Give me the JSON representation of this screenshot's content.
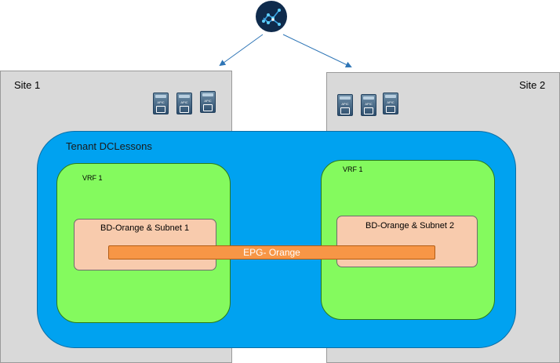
{
  "logo": {
    "icon": "network-orchestrator-logo-icon"
  },
  "sites": [
    {
      "label": "Site 1"
    },
    {
      "label": "Site 2"
    }
  ],
  "apic_cluster_label": "APIC",
  "tenant": {
    "label": "Tenant DCLessons"
  },
  "vrfs": [
    {
      "label": "VRF 1"
    },
    {
      "label": "VRF 1"
    }
  ],
  "bridge_domains": [
    {
      "label": "BD-Orange & Subnet 1"
    },
    {
      "label": "BD-Orange & Subnet 2"
    }
  ],
  "epg": {
    "label": "EPG- Orange"
  },
  "colors": {
    "site_bg": "#d9d9d9",
    "tenant": "#00a2f0",
    "vrf": "#84fa5e",
    "bridge_domain": "#f8cbad",
    "epg": "#f79646",
    "connector": "#2e75b6"
  }
}
